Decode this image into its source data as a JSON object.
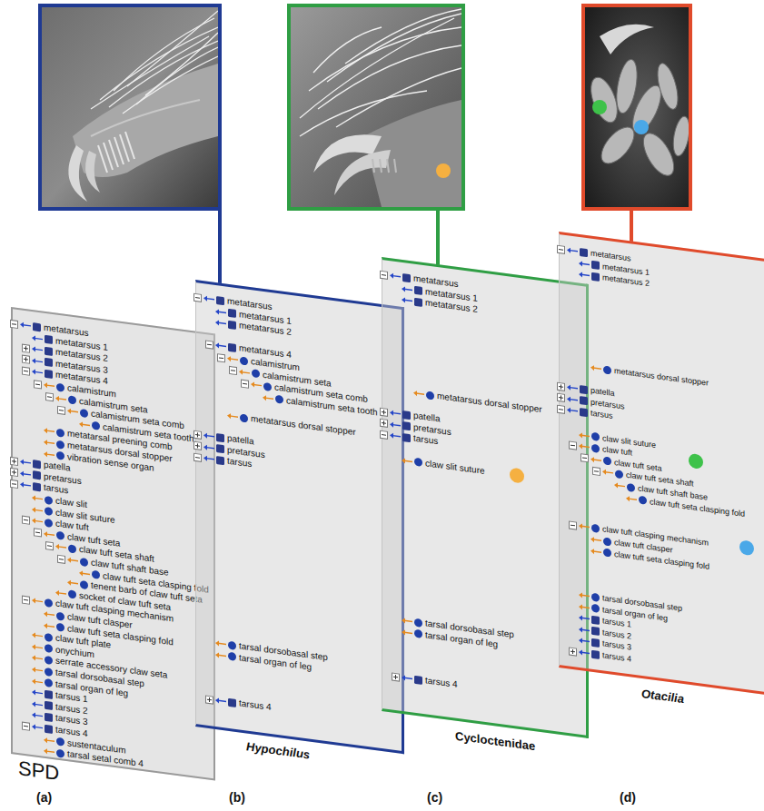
{
  "diagram": {
    "nodes": [
      {
        "text": [
          "metatarsus",
          "metatarsus 1",
          "metatarsus 2",
          "metatarsus 3",
          "metatarsus 4",
          "calamistrum",
          "calamistrum seta",
          "calamistrum seta comb",
          "calamistrum seta tooth",
          "metatarsal preening comb",
          "metatarsus dorsal stopper",
          "vibration sense organ",
          "patella",
          "pretarsus",
          "tarsus",
          "claw slit",
          "claw slit suture",
          "claw tuft",
          "claw tuft seta",
          "claw tuft seta shaft",
          "claw tuft shaft base",
          "claw tuft seta clasping fold",
          "tenent barb of claw tuft seta",
          "socket of claw tuft seta",
          "claw tuft clasping mechanism",
          "claw tuft clasper",
          "claw tuft seta clasping fold",
          "claw tuft plate",
          "onychium",
          "serrate accessory claw seta",
          "tarsal dorsobasal step",
          "tarsal organ of leg",
          "tarsus 1",
          "tarsus 2",
          "tarsus 3",
          "tarsus 4",
          "sustentaculum",
          "tarsal setal comb 4",
          "SPD"
        ]
      },
      {
        "text": [
          "metatarsus",
          "metatarsus 1",
          "metatarsus 2",
          "metatarsus 4",
          "calamistrum",
          "calamistrum seta",
          "calamistrum seta comb",
          "calamistrum seta tooth",
          "metatarsus dorsal stopper",
          "patella",
          "pretarsus",
          "tarsus",
          "tarsal dorsobasal step",
          "tarsal organ of leg",
          "tarsus 4",
          "Hypochilus"
        ]
      },
      {
        "text": [
          "metatarsus",
          "metatarsus 1",
          "metatarsus 2",
          "metatarsus dorsal stopper",
          "patella",
          "pretarsus",
          "tarsus",
          "claw slit suture",
          "tarsal dorsobasal step",
          "tarsal organ of leg",
          "tarsus 4",
          "Cycloctenidae"
        ]
      },
      {
        "text": [
          "metatarsus",
          "metatarsus 1",
          "metatarsus 2",
          "metatarsus dorsal stopper",
          "patella",
          "pretarsus",
          "tarsus",
          "claw slit suture",
          "claw tuft",
          "claw tuft seta",
          "claw tuft seta shaft",
          "claw tuft shaft base",
          "claw tuft seta clasping fold",
          "claw tuft clasping mechanism",
          "claw tuft clasper",
          "claw tuft seta clasping fold",
          "tarsal dorsobasal step",
          "tarsal organ of leg",
          "tarsus 1",
          "tarsus 2",
          "tarsus 3",
          "tarsus 4",
          "Otacilia"
        ]
      }
    ],
    "labels": [
      "(a)",
      "(b)",
      "(c)",
      "(d)"
    ]
  }
}
